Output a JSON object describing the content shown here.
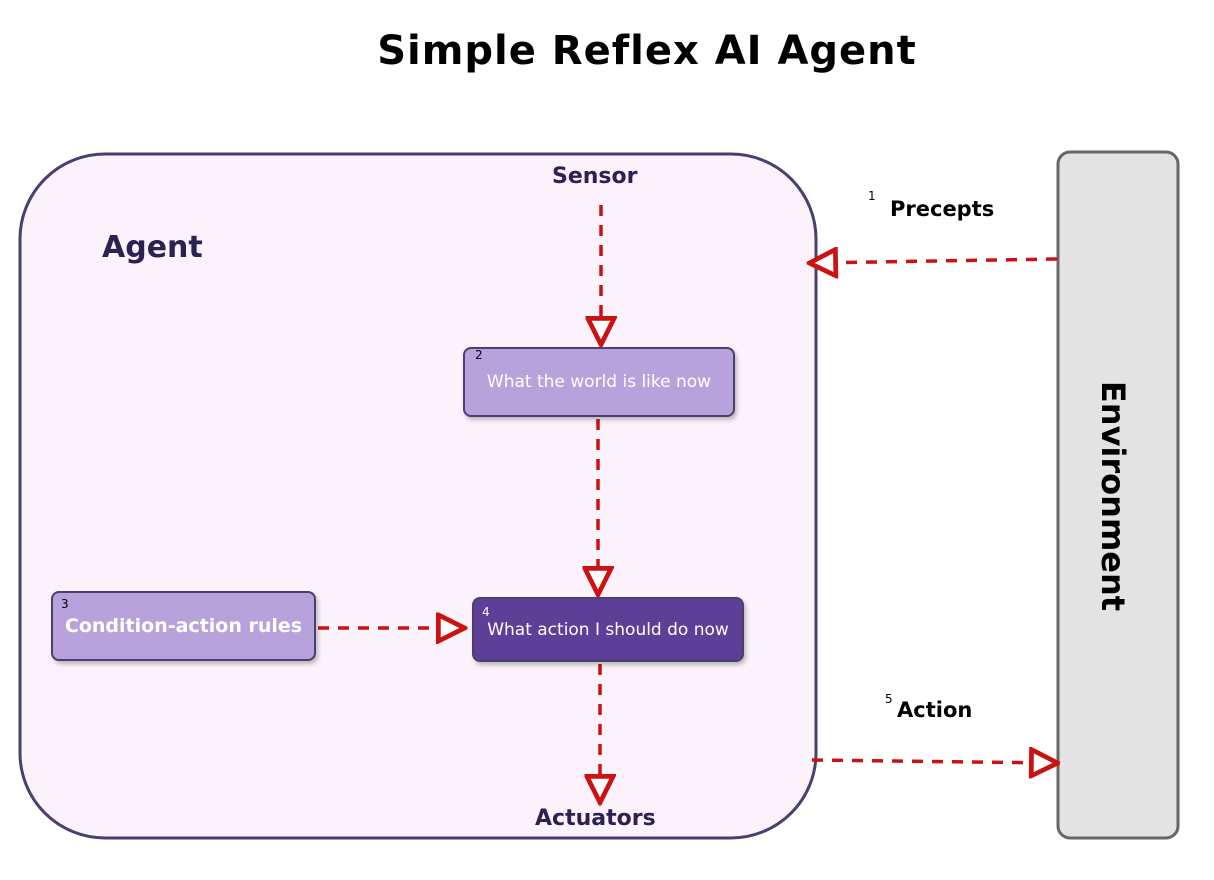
{
  "title": "Simple Reflex AI Agent",
  "agent": {
    "label": "Agent",
    "sensor_label": "Sensor",
    "actuators_label": "Actuators"
  },
  "environment": {
    "label": "Environment"
  },
  "nodes": {
    "world_state": {
      "number": "2",
      "text": "What the world is like now"
    },
    "rules": {
      "number": "3",
      "text": "Condition-action rules"
    },
    "action_choice": {
      "number": "4",
      "text": "What action I should do now"
    }
  },
  "edges": {
    "precepts": {
      "number": "1",
      "label": "Precepts"
    },
    "action": {
      "number": "5",
      "label": "Action"
    }
  },
  "colors": {
    "agent_fill": "#fcf2fc",
    "agent_border": "#4a4070",
    "box_light": "#b8a2dc",
    "box_dark": "#5e3f98",
    "arrow": "#cc1111",
    "environment_fill": "#e3e3e3"
  }
}
